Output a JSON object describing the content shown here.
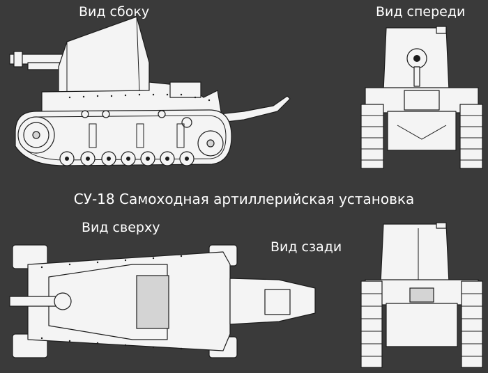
{
  "labels": {
    "side_view": "Вид сбоку",
    "front_view": "Вид спереди",
    "title": "СУ-18 Самоходная артиллерийская установка",
    "top_view": "Вид сверху",
    "rear_view": "Вид сзади"
  },
  "colors": {
    "background": "#3a3a3a",
    "text": "#ffffff",
    "vehicle_fill": "#f4f4f4",
    "line": "#1c1c1c"
  }
}
